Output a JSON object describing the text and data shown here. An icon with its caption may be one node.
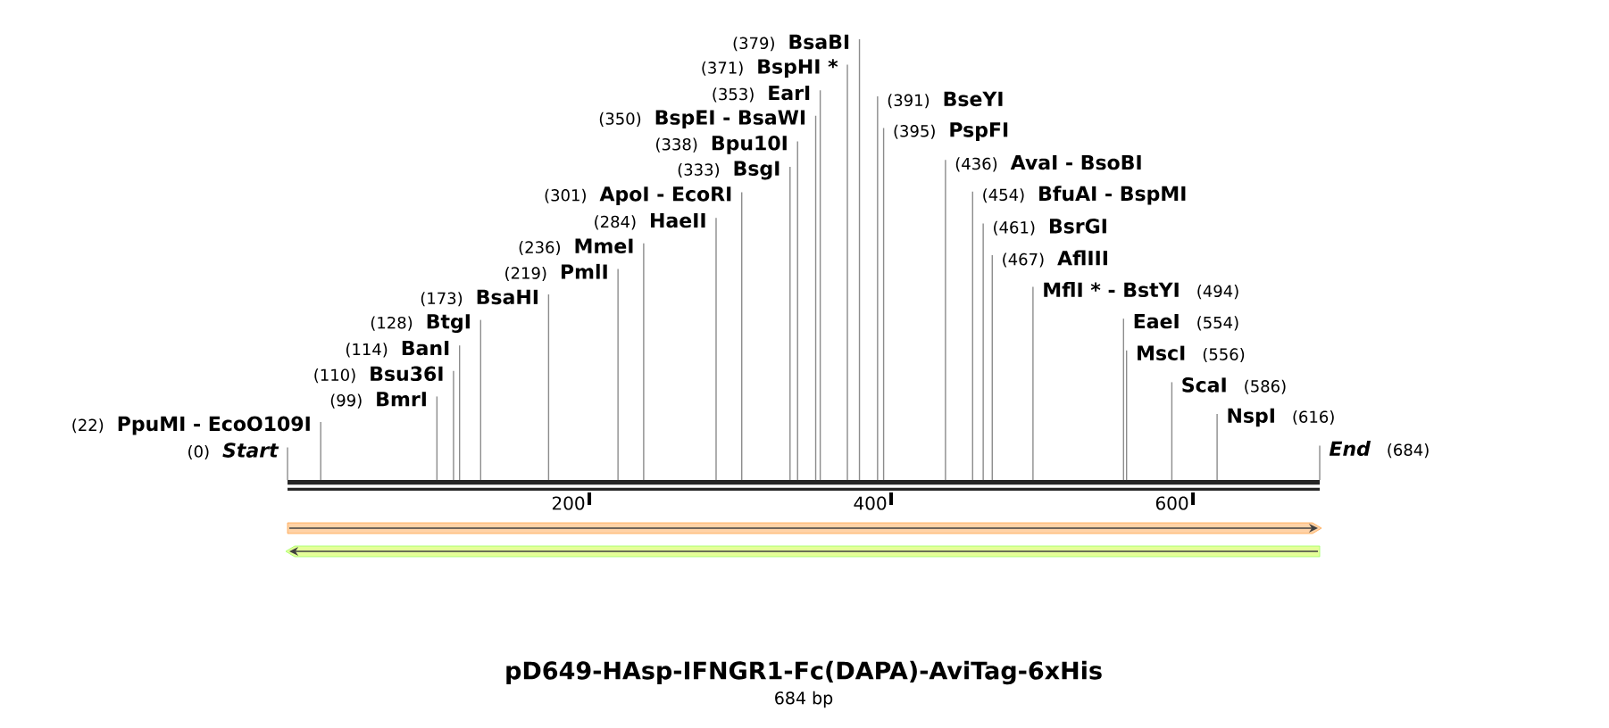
{
  "diagram": {
    "title": "pD649-HAsp-IFNGR1-Fc(DAPA)-AviTag-6xHis",
    "caption": "684 bp",
    "nodes": [
      {
        "text": [
          "(0)",
          "Start"
        ]
      },
      {
        "text": [
          "(22)",
          "PpuMI - EcoO109I"
        ]
      },
      {
        "text": [
          "(99)",
          "BmrI"
        ]
      },
      {
        "text": [
          "(110)",
          "Bsu36I"
        ]
      },
      {
        "text": [
          "(114)",
          "BanI"
        ]
      },
      {
        "text": [
          "(128)",
          "BtgI"
        ]
      },
      {
        "text": [
          "(173)",
          "BsaHI"
        ]
      },
      {
        "text": [
          "(219)",
          "PmlI"
        ]
      },
      {
        "text": [
          "(236)",
          "MmeI"
        ]
      },
      {
        "text": [
          "(284)",
          "HaeII"
        ]
      },
      {
        "text": [
          "(301)",
          "ApoI - EcoRI"
        ]
      },
      {
        "text": [
          "(333)",
          "BsgI"
        ]
      },
      {
        "text": [
          "(338)",
          "Bpu10I"
        ]
      },
      {
        "text": [
          "(350)",
          "BspEI - BsaWI"
        ]
      },
      {
        "text": [
          "(353)",
          "EarI"
        ]
      },
      {
        "text": [
          "(371)",
          "BspHI *"
        ]
      },
      {
        "text": [
          "(379)",
          "BsaBI"
        ]
      },
      {
        "text": [
          "(391)",
          "BseYI"
        ]
      },
      {
        "text": [
          "(395)",
          "PspFI"
        ]
      },
      {
        "text": [
          "(436)",
          "AvaI - BsoBI"
        ]
      },
      {
        "text": [
          "(454)",
          "BfuAI - BspMI"
        ]
      },
      {
        "text": [
          "(461)",
          "BsrGI"
        ]
      },
      {
        "text": [
          "(467)",
          "AflIII"
        ]
      },
      {
        "text": [
          "MflI * - BstYI",
          "(494)"
        ]
      },
      {
        "text": [
          "EaeI",
          "(554)"
        ]
      },
      {
        "text": [
          "MscI",
          "(556)"
        ]
      },
      {
        "text": [
          "ScaI",
          "(586)"
        ]
      },
      {
        "text": [
          "NspI",
          "(616)"
        ]
      },
      {
        "text": [
          "End",
          "(684)"
        ]
      },
      {
        "text": [],
        "shape": "bar"
      }
    ],
    "edges": [
      {
        "from": 0,
        "to": 29,
        "arrow": "none"
      },
      {
        "from": 1,
        "to": 29,
        "arrow": "none"
      },
      {
        "from": 2,
        "to": 29,
        "arrow": "none"
      },
      {
        "from": 3,
        "to": 29,
        "arrow": "none"
      },
      {
        "from": 4,
        "to": 29,
        "arrow": "none"
      },
      {
        "from": 5,
        "to": 29,
        "arrow": "none"
      },
      {
        "from": 6,
        "to": 29,
        "arrow": "none"
      },
      {
        "from": 7,
        "to": 29,
        "arrow": "none"
      },
      {
        "from": 8,
        "to": 29,
        "arrow": "none"
      },
      {
        "from": 9,
        "to": 29,
        "arrow": "none"
      },
      {
        "from": 10,
        "to": 29,
        "arrow": "none"
      },
      {
        "from": 11,
        "to": 29,
        "arrow": "none"
      },
      {
        "from": 12,
        "to": 29,
        "arrow": "none"
      },
      {
        "from": 13,
        "to": 29,
        "arrow": "none"
      },
      {
        "from": 14,
        "to": 29,
        "arrow": "none"
      },
      {
        "from": 15,
        "to": 29,
        "arrow": "none"
      },
      {
        "from": 16,
        "to": 29,
        "arrow": "none"
      },
      {
        "from": 17,
        "to": 29,
        "arrow": "none"
      },
      {
        "from": 18,
        "to": 29,
        "arrow": "none"
      },
      {
        "from": 19,
        "to": 29,
        "arrow": "none"
      },
      {
        "from": 20,
        "to": 29,
        "arrow": "none"
      },
      {
        "from": 21,
        "to": 29,
        "arrow": "none"
      },
      {
        "from": 22,
        "to": 29,
        "arrow": "none"
      },
      {
        "from": 23,
        "to": 29,
        "arrow": "none"
      },
      {
        "from": 24,
        "to": 29,
        "arrow": "none"
      },
      {
        "from": 25,
        "to": 29,
        "arrow": "none"
      },
      {
        "from": 26,
        "to": 29,
        "arrow": "none"
      },
      {
        "from": 27,
        "to": 29,
        "arrow": "none"
      },
      {
        "from": 28,
        "to": 29,
        "arrow": "none"
      }
    ],
    "labels": [
      "200",
      "400",
      "600"
    ]
  }
}
